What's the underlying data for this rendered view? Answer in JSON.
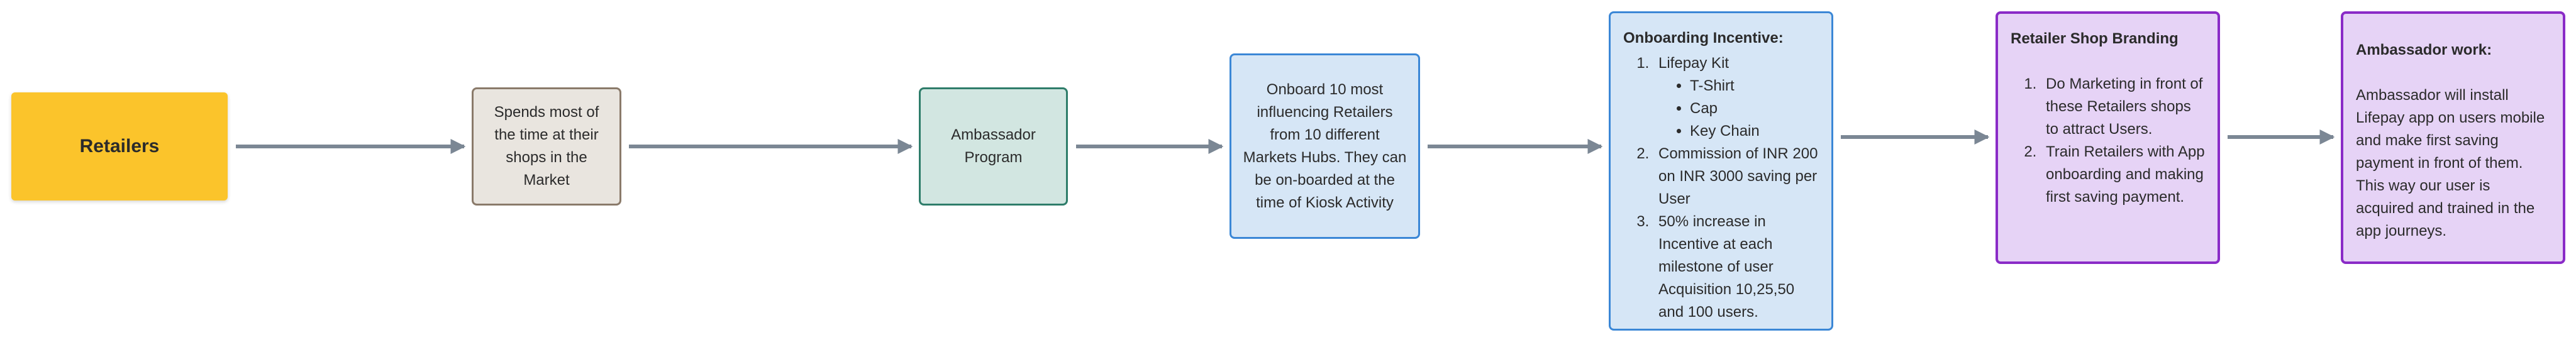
{
  "nodes": {
    "retailers": "Retailers",
    "spends": "Spends most of the time at their shops in the Market",
    "ambassador": "Ambassador Program",
    "onboard": "Onboard 10 most influencing Retailers from 10 different Markets Hubs. They can be on-boarded at the time of Kiosk Activity",
    "incentive": {
      "title": "Onboarding Incentive:",
      "items": [
        "Lifepay Kit",
        "Commission of INR 200 on INR 3000 saving per User",
        "50% increase in Incentive at each milestone of user Acquisition 10,25,50 and 100 users."
      ],
      "kit": [
        "T-Shirt",
        "Cap",
        "Key Chain"
      ]
    },
    "branding": {
      "title": "Retailer Shop Branding",
      "items": [
        "Do Marketing in front of these Retailers shops to attract Users.",
        "Train Retailers with App onboarding and making first saving payment."
      ]
    },
    "work": {
      "title": "Ambassador work:",
      "body": "Ambassador will install Lifepay app on users mobile and make first saving payment in front of them. This way our user is acquired and trained in the app journeys."
    }
  },
  "colors": {
    "arrow": "#7b8794",
    "retailers_fill": "#fbc42b",
    "blue_border": "#3b87d6",
    "purple_border": "#8a2bc7",
    "teal_border": "#2e7d6a"
  }
}
